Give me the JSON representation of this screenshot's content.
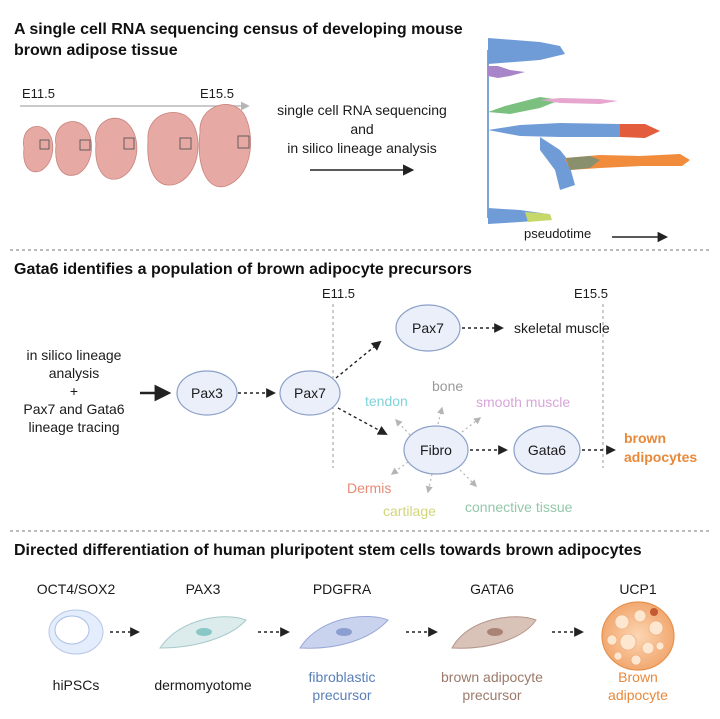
{
  "sections": {
    "top": {
      "title_line1": "A single cell RNA sequencing census of developing mouse",
      "title_line2": "brown adipose tissue",
      "stage_start": "E11.5",
      "stage_end": "E15.5",
      "method_line1": "single cell RNA sequencing",
      "method_line2": "and",
      "method_line3": "in silico lineage analysis",
      "pseudotime_label": "pseudotime"
    },
    "middle": {
      "title": "Gata6 identifies a population of brown adipocyte precursors",
      "stage_start": "E11.5",
      "stage_end": "E15.5",
      "input_line1": "in silico lineage",
      "input_line2": "analysis",
      "input_line3": "+",
      "input_line4": "Pax7 and Gata6",
      "input_line5": "lineage tracing",
      "nodes": {
        "pax3": "Pax3",
        "pax7_early": "Pax7",
        "pax7_muscle": "Pax7",
        "fibro": "Fibro",
        "gata6": "Gata6"
      },
      "outcome_muscle": "skeletal muscle",
      "outcome_brown_line1": "brown",
      "outcome_brown_line2": "adipocytes",
      "fates": {
        "tendon": "tendon",
        "bone": "bone",
        "smooth_muscle": "smooth muscle",
        "dermis": "Dermis",
        "cartilage": "cartilage",
        "connective_tissue": "connective tissue"
      }
    },
    "bottom": {
      "title": "Directed differentiation of human pluripotent stem cells towards brown adipocytes",
      "markers": [
        "OCT4/SOX2",
        "PAX3",
        "PDGFRA",
        "GATA6",
        "UCP1"
      ],
      "cell_line1": [
        "hiPSCs",
        "dermomyotome",
        "fibroblastic",
        "brown adipocyte",
        "Brown"
      ],
      "cell_line2": [
        "",
        "",
        "precursor",
        "precursor",
        "adipocyte"
      ]
    }
  },
  "colors": {
    "orange": "#e8893a",
    "tendon": "#7fd3d8",
    "bone": "#9a9a9a",
    "smooth_muscle": "#d8a6d8",
    "dermis": "#e88a73",
    "cartilage": "#d8dc8a",
    "connective": "#93c7a8",
    "fibroblastic": "#5a7fb8",
    "brown_precursor": "#9c7a6b",
    "node_fill": "#eaeffa",
    "node_stroke": "#8ca0c8"
  }
}
